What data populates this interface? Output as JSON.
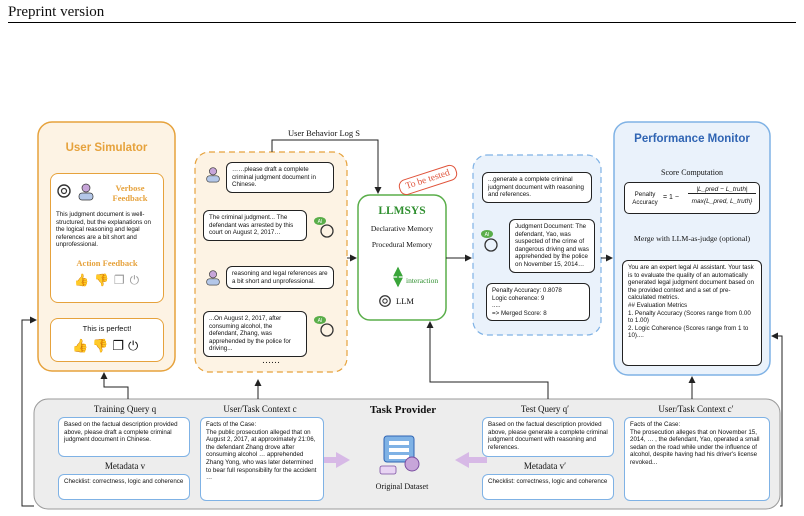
{
  "header": {
    "text": "Preprint version"
  },
  "user_simulator": {
    "title": "User Simulator",
    "verbose_title": "Verbose Feedback",
    "verbose_text": "This judgment document is well-structured, but the explanations on the logical reasoning and legal references are a bit short and unprofessional.",
    "action_title": "Action Feedback",
    "perfect_text": "This is perfect!"
  },
  "behavior_log": {
    "label": "User Behavior Log S"
  },
  "dialogue": {
    "msg1": "……please draft a complete criminal judgment document in Chinese.",
    "msg2": "The criminal judgment... The defendant was arrested by this court on August 2, 2017…",
    "msg3": "reasoning and legal references are a bit short and unprofessional.",
    "msg4": "...On August 2, 2017, after consuming alcohol, the defendant, Zhang, was apprehended by the police for driving...",
    "ellipsis": "……",
    "ai_badge": "AI"
  },
  "llmsys": {
    "title": "LLMSYS",
    "tag": "To be tested",
    "declarative": "Declarative Memory",
    "procedural": "Procedural Memory",
    "interaction": "interaction",
    "llm": "LLM"
  },
  "test_dialogue": {
    "msg1": "...generate a complete criminal judgment document with reasoning and references.",
    "msg2": "Judgment Document: The defendant, Yao, was suspected of the crime of dangerous driving and was apprehended by the police on November 15, 2014…",
    "scores": "Penalty Accuracy: 0.8078\nLogic coherence: 9\n.....\n=> Merged Score: 8"
  },
  "performance_monitor": {
    "title": "Performance Monitor",
    "score_label": "Score Computation",
    "formula_lhs": "Penalty\nAccuracy",
    "formula_rhs": "= 1 −",
    "formula_num": "|L_pred − L_truth|",
    "formula_den": "max{L_pred, L_truth}",
    "merge_label": "Merge with LLM-as-judge (optional)",
    "judge_text": "You are an expert legal AI assistant. Your task is to evaluate the quality of an automatically generated legal judgment document based on the provided context and a set of pre-calculated metrics.\n## Evaluation Metrics\n1. Penalty Accuracy (Scores range from 0.00 to 1.00)\n2. Logic Coherence (Scores range from 1 to 10)...."
  },
  "task_provider": {
    "title": "Task Provider",
    "training_query_label": "Training Query q",
    "training_query_text": "Based on the factual description provided above, please draft a complete criminal judgment document in Chinese.",
    "metadata_label": "Metadata v",
    "metadata_text": "Checklist: correctness, logic and coherence",
    "context_label": "User/Task Context c",
    "context_text": "Facts of the Case:\nThe public prosecution alleged that on August 2, 2017, at approximately 21:06, the defendant Zhang drove after consuming alcohol … apprehended Zhang Yong, who was later determined to bear full responsibility for the accident …",
    "dataset_label": "Original Dataset",
    "test_query_label": "Test Query q′",
    "test_query_text": "Based on the factual description provided above, please generate a complete criminal judgment document with reasoning and references.",
    "metadata2_label": "Metadata v′",
    "metadata2_text": "Checklist: correctness, logic and coherence",
    "context2_label": "User/Task Context c′",
    "context2_text": "Facts of the Case:\nThe prosecution alleges that on November 15, 2014, … , the defendant, Yao, operated a small sedan on the road while under the influence of alcohol, despite having had his driver's license revoked..."
  },
  "colors": {
    "orange": "#E6A23C",
    "orange_fill": "#FDF3E4",
    "green": "#5AAE4A",
    "blue": "#7FB2E5",
    "blue_fill": "#EAF2FB",
    "blue_title": "#2F64B3",
    "gray_fill": "#EDEDED",
    "red": "#E0533A"
  }
}
